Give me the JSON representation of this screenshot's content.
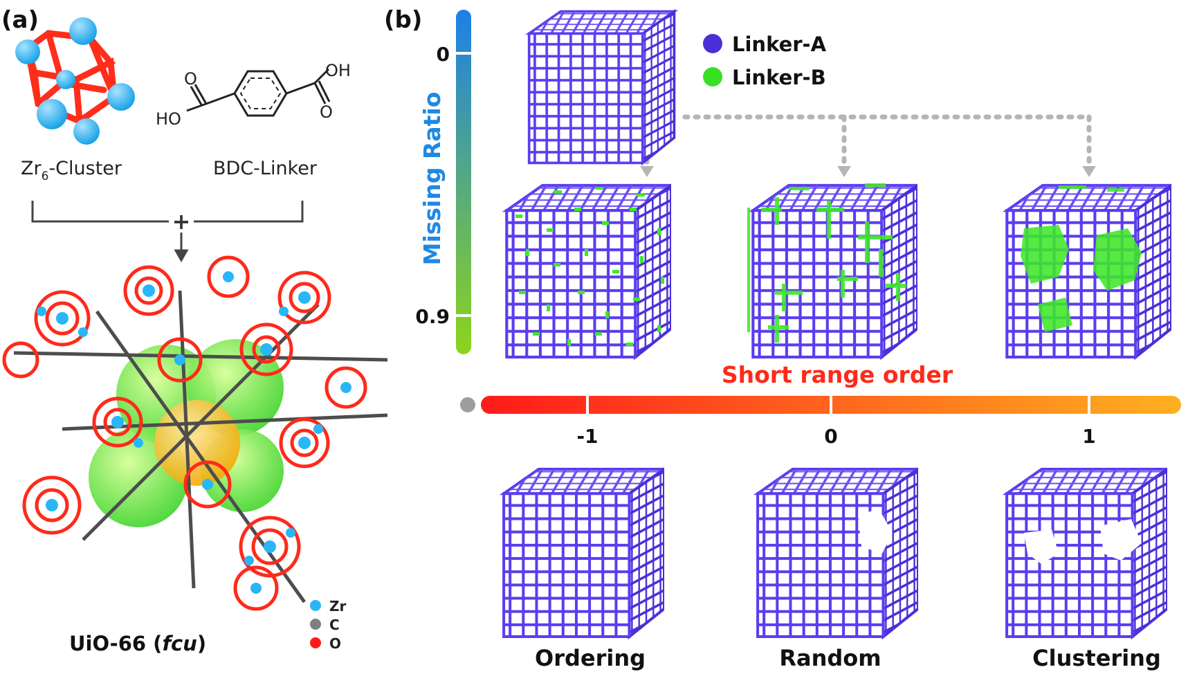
{
  "panel_a": {
    "label": "(a)",
    "cluster_label_main": "Zr",
    "cluster_label_sub": "6",
    "cluster_label_rest": "-Cluster",
    "linker_label": "BDC-Linker",
    "hydroxyl_right": "OH",
    "hydroxyl_left": "HO",
    "oxygen_symbol": "O",
    "plus": "+",
    "mof_name_prefix": "UiO-66 (",
    "mof_name_italic": "fcu",
    "mof_name_suffix": ")",
    "legend": [
      {
        "symbol": "Zr",
        "color": "#29b6f6"
      },
      {
        "symbol": "C",
        "color": "#7f7f7f"
      },
      {
        "symbol": "O",
        "color": "#ff1a1a"
      }
    ]
  },
  "panel_b": {
    "label": "(b)",
    "legend": [
      {
        "label": "Linker-A",
        "color": "#4a2fd6"
      },
      {
        "label": "Linker-B",
        "color": "#38e024"
      }
    ],
    "missing_ratio": {
      "title": "Missing Ratio",
      "ticks": [
        "0",
        "0.9"
      ],
      "color_top": "#1d7fe8",
      "color_bottom": "#8ed41a"
    },
    "short_range_order": {
      "title": "Short range order",
      "ticks": [
        "-1",
        "0",
        "1"
      ],
      "color_left": "#ff1a1a",
      "color_right": "#ffb020"
    },
    "labels": [
      "Ordering",
      "Random",
      "Clustering"
    ],
    "colors": {
      "linker_a": "#5b3df0",
      "linker_b": "#3fe82a",
      "arrow": "#b5b5b5",
      "title_red": "#ff2a1a",
      "title_blue": "#1e88e5"
    }
  }
}
